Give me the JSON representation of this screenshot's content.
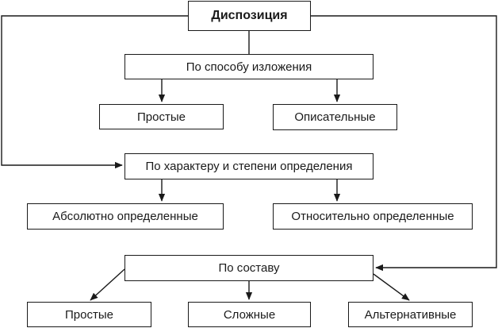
{
  "diagram": {
    "root": "Диспозиция",
    "categories": [
      {
        "label": "По способу изложения",
        "children": [
          "Простые",
          "Описательные"
        ]
      },
      {
        "label": "По характеру и степени определения",
        "children": [
          "Абсолютно определенные",
          "Относительно определенные"
        ]
      },
      {
        "label": "По составу",
        "children": [
          "Простые",
          "Сложные",
          "Альтернативные"
        ]
      }
    ]
  }
}
